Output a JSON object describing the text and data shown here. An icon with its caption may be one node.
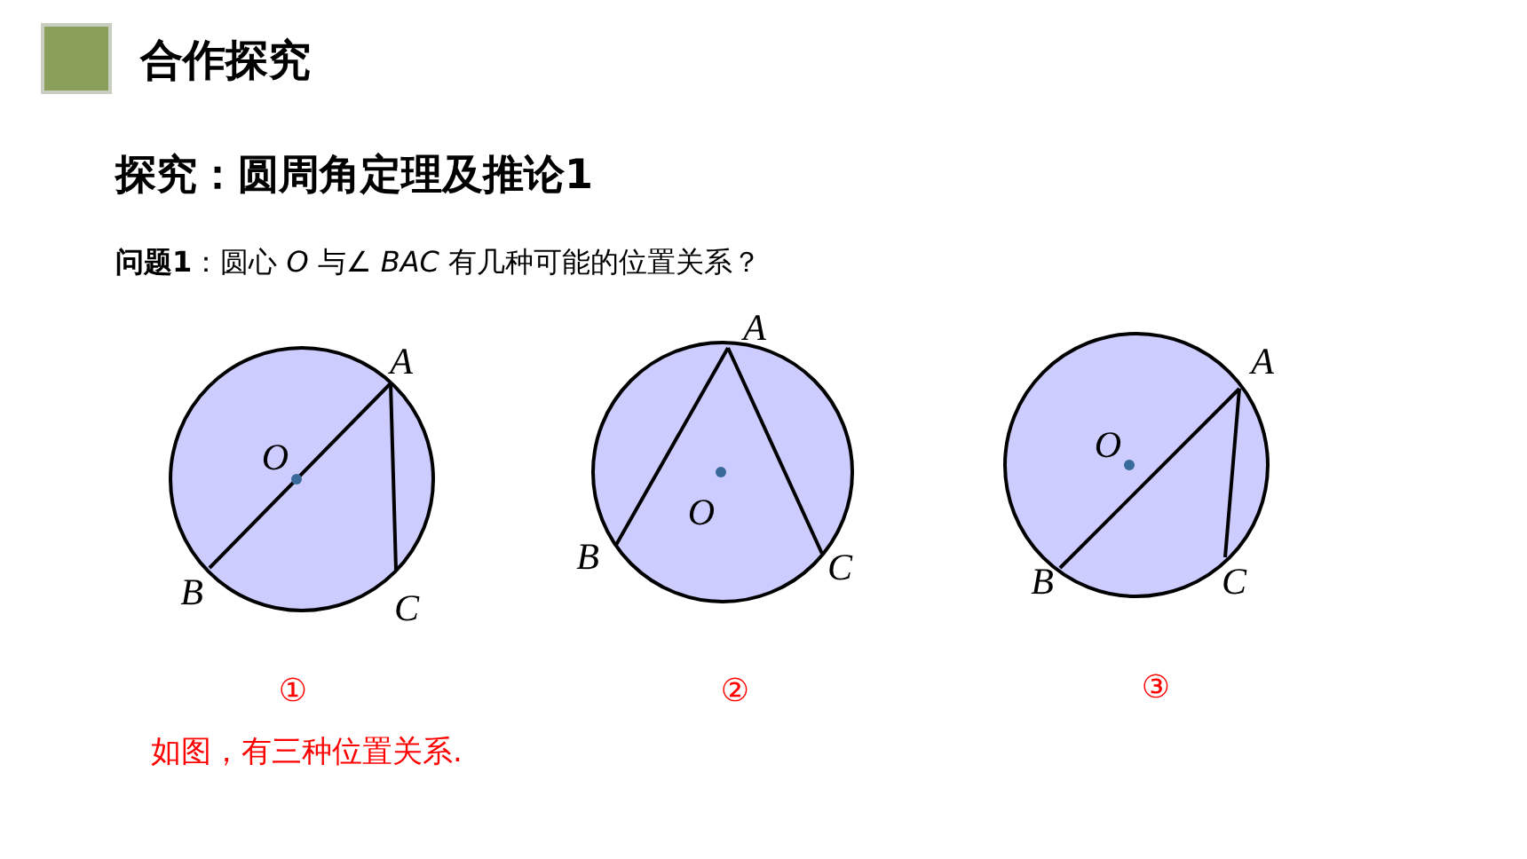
{
  "diagram": {
    "title": "合作探究",
    "labels": [
      "探究：圆周角定理及推论1",
      "**问题1**：圆心 *O* 与∠ *BAC* 有几种可能的位置关系？",
      "A",
      "O",
      "B",
      "C",
      "A",
      "B",
      "O",
      "C",
      "A",
      "O",
      "B",
      "C",
      "①",
      "②",
      "③",
      "如图，有三种位置关系."
    ]
  }
}
